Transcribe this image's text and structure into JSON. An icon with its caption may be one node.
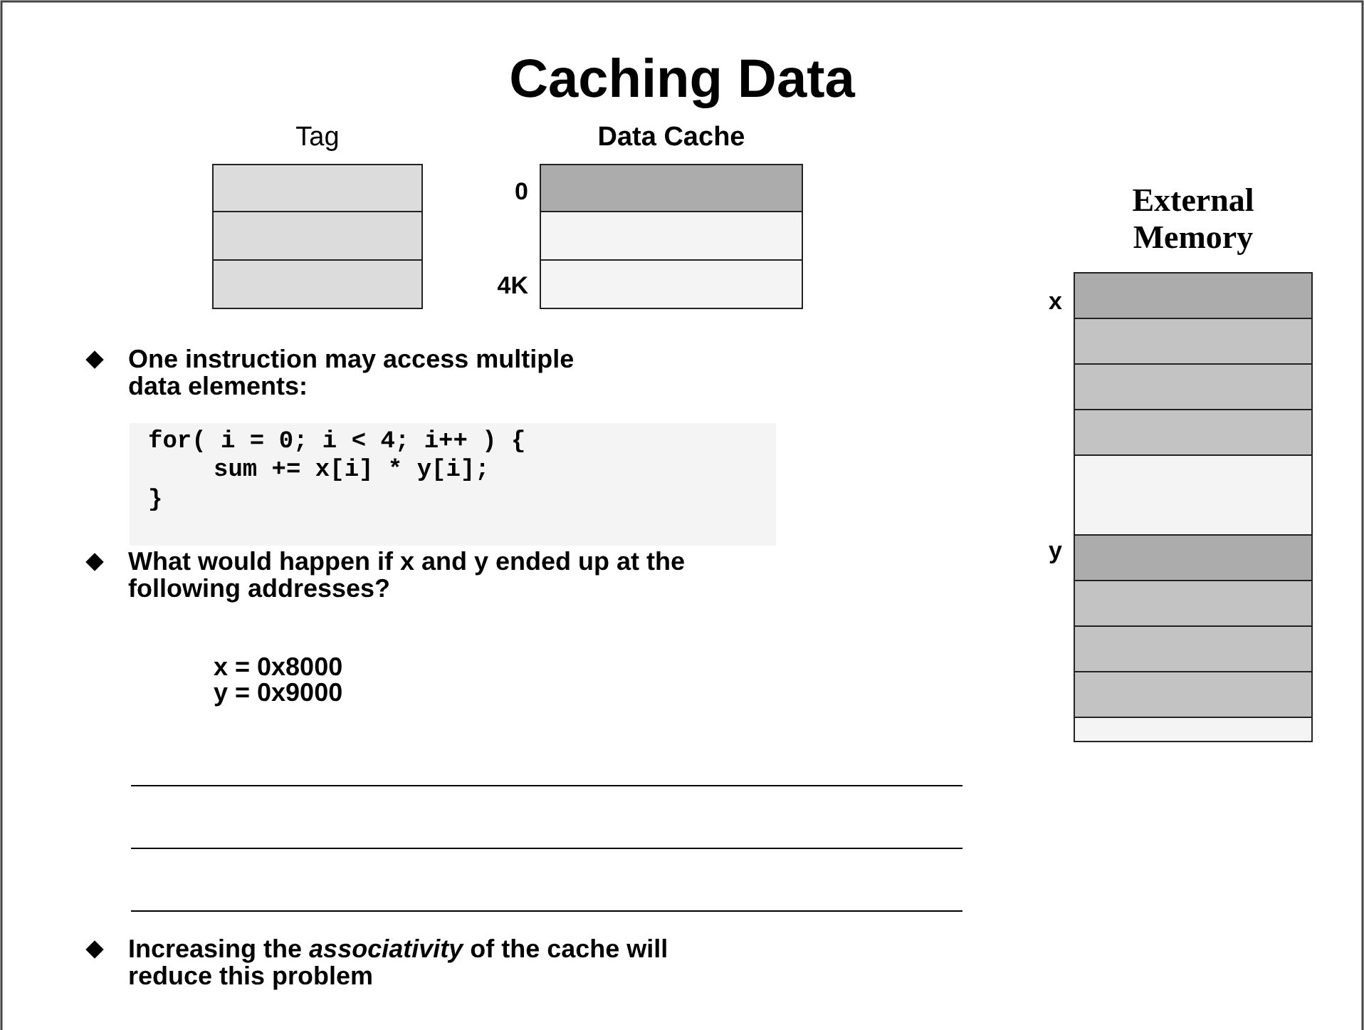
{
  "diagram": {
    "title": "Caching Data",
    "nodes": [
      {
        "text": [
          "Tag"
        ]
      },
      {
        "text": [
          "Data Cache"
        ],
        "beside": [
          "0",
          "4K"
        ]
      },
      {
        "text": [
          "External Memory"
        ],
        "beside": [
          "x",
          "y"
        ]
      }
    ],
    "labels": [
      "One instruction may access multiple data elements:",
      "for( i = 0; i < 4; i++ ) {",
      "sum += x[i] * y[i];",
      "}",
      "What would happen if x and y ended up at the following addresses?",
      "x = 0x8000",
      "y = 0x9000",
      "Increasing the *associativity* of the cache will reduce this problem"
    ]
  }
}
